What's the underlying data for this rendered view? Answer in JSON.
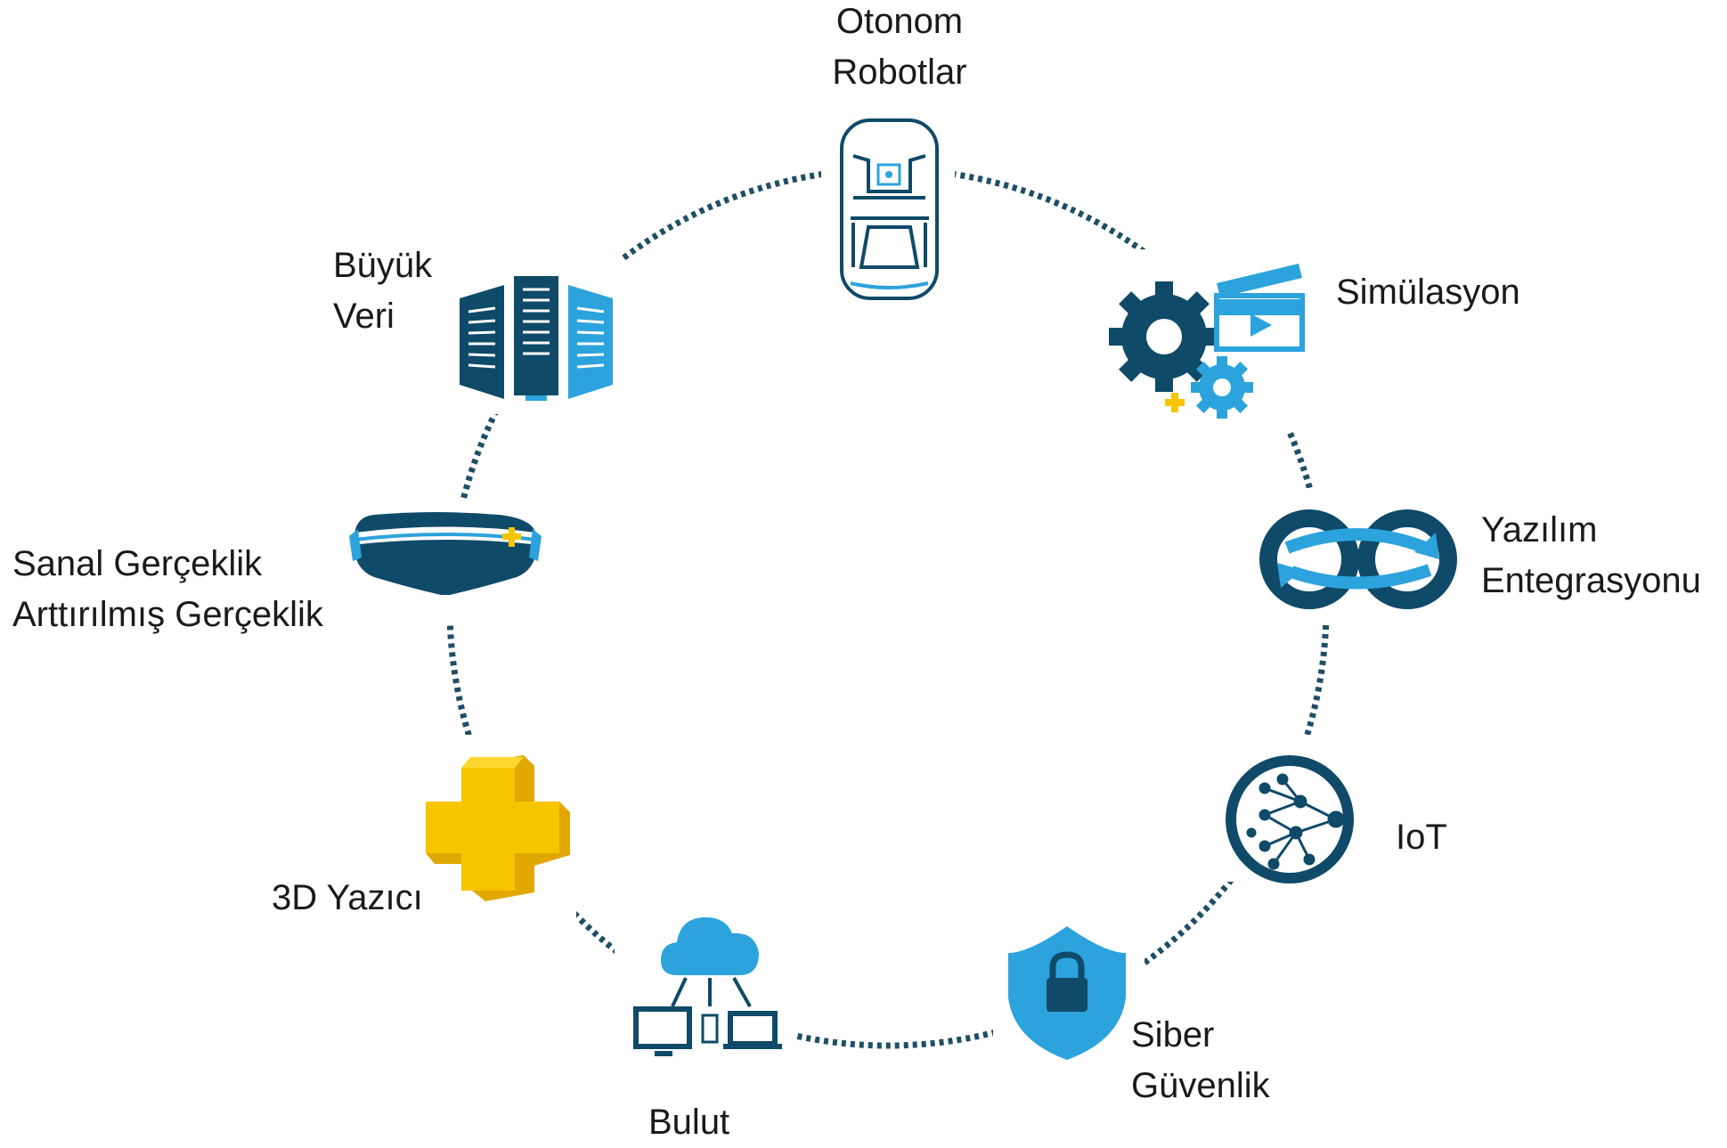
{
  "colors": {
    "dark_navy": "#0f4a68",
    "light_blue": "#2ca3dc",
    "yellow": "#f6c500",
    "dotted_ring": "#1f4f66"
  },
  "nodes": [
    {
      "id": "otonom-robotlar",
      "icon": "autonomous-car-icon",
      "lines": [
        "Otonom",
        "Robotlar"
      ]
    },
    {
      "id": "simulasyon",
      "icon": "gears-clapperboard-icon",
      "lines": [
        "Simülasyon"
      ]
    },
    {
      "id": "yazilim-entegrasyonu",
      "icon": "integration-arrows-icon",
      "lines": [
        "Yazılım",
        "Entegrasyonu"
      ]
    },
    {
      "id": "iot",
      "icon": "network-globe-icon",
      "lines": [
        "IoT"
      ]
    },
    {
      "id": "siber-guvenlik",
      "icon": "shield-lock-icon",
      "lines": [
        "Siber",
        "Güvenlik"
      ]
    },
    {
      "id": "bulut",
      "icon": "cloud-devices-icon",
      "lines": [
        "Bulut"
      ]
    },
    {
      "id": "3d-yazici",
      "icon": "yellow-plus-icon",
      "lines": [
        "3D Yazıcı"
      ]
    },
    {
      "id": "sanal-gerceklik",
      "icon": "vr-headset-icon",
      "lines": [
        "Sanal Gerçeklik",
        "Arttırılmış Gerçeklik"
      ]
    },
    {
      "id": "buyuk-veri",
      "icon": "server-racks-icon",
      "lines": [
        "Büyük",
        "Veri"
      ]
    }
  ]
}
